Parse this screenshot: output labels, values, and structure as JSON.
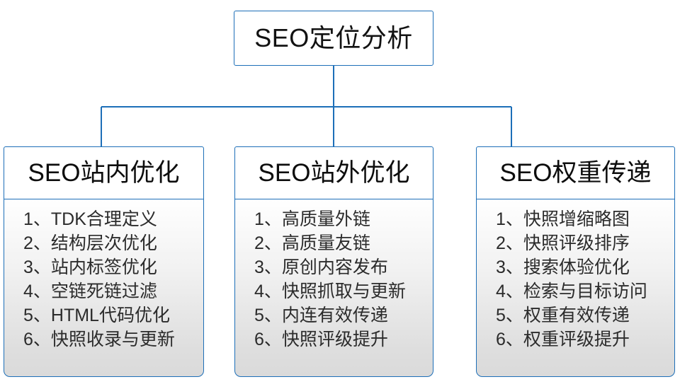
{
  "diagram": {
    "type": "org-tree",
    "colors": {
      "border": "#1d6fb8",
      "node_fill": "#ffffff",
      "body_fill_top": "#ffffff",
      "body_fill_bottom": "#dadada",
      "title_text": "#0d0d0d",
      "item_text": "#2b2b2b",
      "connector": "#1d6fb8",
      "background": "#ffffff"
    },
    "root": {
      "label": "SEO定位分析"
    },
    "branches": [
      {
        "title": "SEO站内优化",
        "items": [
          "1、TDK合理定义",
          "2、结构层次优化",
          "3、站内标签优化",
          "4、空链死链过滤",
          "5、HTML代码优化",
          "6、快照收录与更新"
        ]
      },
      {
        "title": "SEO站外优化",
        "items": [
          "1、高质量外链",
          "2、高质量友链",
          "3、原创内容发布",
          "4、快照抓取与更新",
          "5、内连有效传递",
          "6、快照评级提升"
        ]
      },
      {
        "title": "SEO权重传递",
        "items": [
          "1、快照增缩略图",
          "2、快照评级排序",
          "3、搜索体验优化",
          "4、检索与目标访问",
          "5、权重有效传递",
          "6、权重评级提升"
        ]
      }
    ]
  }
}
